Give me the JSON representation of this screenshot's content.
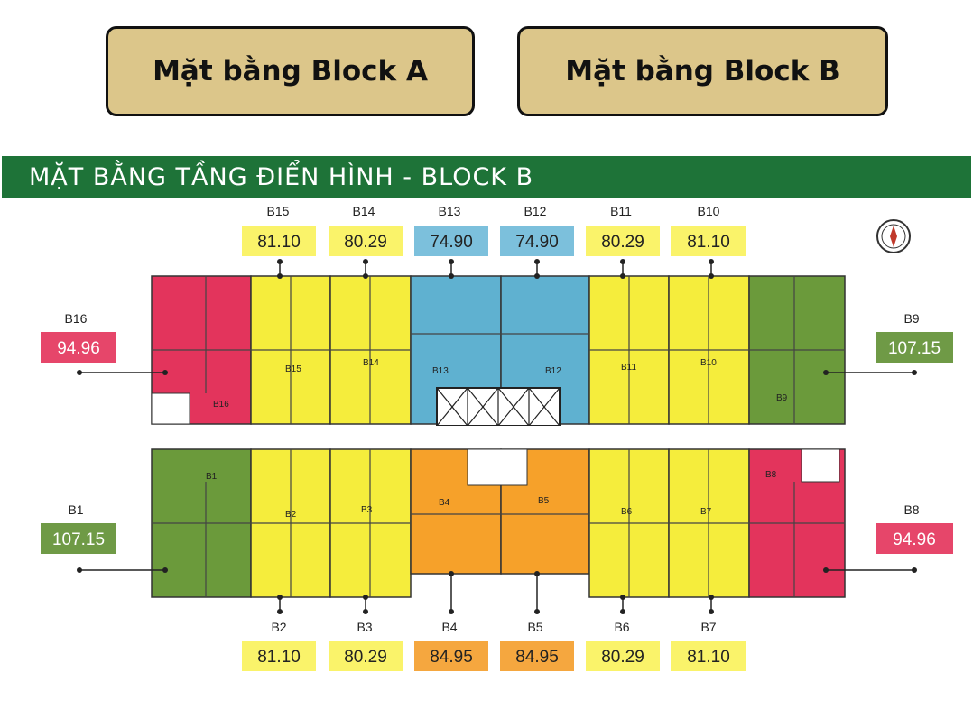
{
  "tabs": [
    {
      "label": "Mặt bằng Block A"
    },
    {
      "label": "Mặt bằng Block B"
    }
  ],
  "banner": {
    "title": "MẶT BẰNG TẦNG ĐIỂN HÌNH - BLOCK B"
  },
  "colors": {
    "yellow": "#f5ed3c",
    "blue": "#5fb1d0",
    "red": "#e3345c",
    "green": "#6b9a3b",
    "orange": "#f6a12a",
    "label_yellow": "#faf36a",
    "label_blue": "#7cc0dc",
    "label_red": "#e6466a",
    "label_green": "#6f9a46",
    "label_orange": "#f5a73f",
    "banner": "#1e7338",
    "tab": "#dcc68a"
  },
  "units": {
    "B1": {
      "code": "B1",
      "area": "107.15"
    },
    "B2": {
      "code": "B2",
      "area": "81.10"
    },
    "B3": {
      "code": "B3",
      "area": "80.29"
    },
    "B4": {
      "code": "B4",
      "area": "84.95"
    },
    "B5": {
      "code": "B5",
      "area": "84.95"
    },
    "B6": {
      "code": "B6",
      "area": "80.29"
    },
    "B7": {
      "code": "B7",
      "area": "81.10"
    },
    "B8": {
      "code": "B8",
      "area": "94.96"
    },
    "B9": {
      "code": "B9",
      "area": "107.15"
    },
    "B10": {
      "code": "B10",
      "area": "81.10"
    },
    "B11": {
      "code": "B11",
      "area": "80.29"
    },
    "B12": {
      "code": "B12",
      "area": "74.90"
    },
    "B13": {
      "code": "B13",
      "area": "74.90"
    },
    "B14": {
      "code": "B14",
      "area": "80.29"
    },
    "B15": {
      "code": "B15",
      "area": "81.10"
    },
    "B16": {
      "code": "B16",
      "area": "94.96"
    }
  },
  "compass": {
    "icon": "compass-icon"
  }
}
